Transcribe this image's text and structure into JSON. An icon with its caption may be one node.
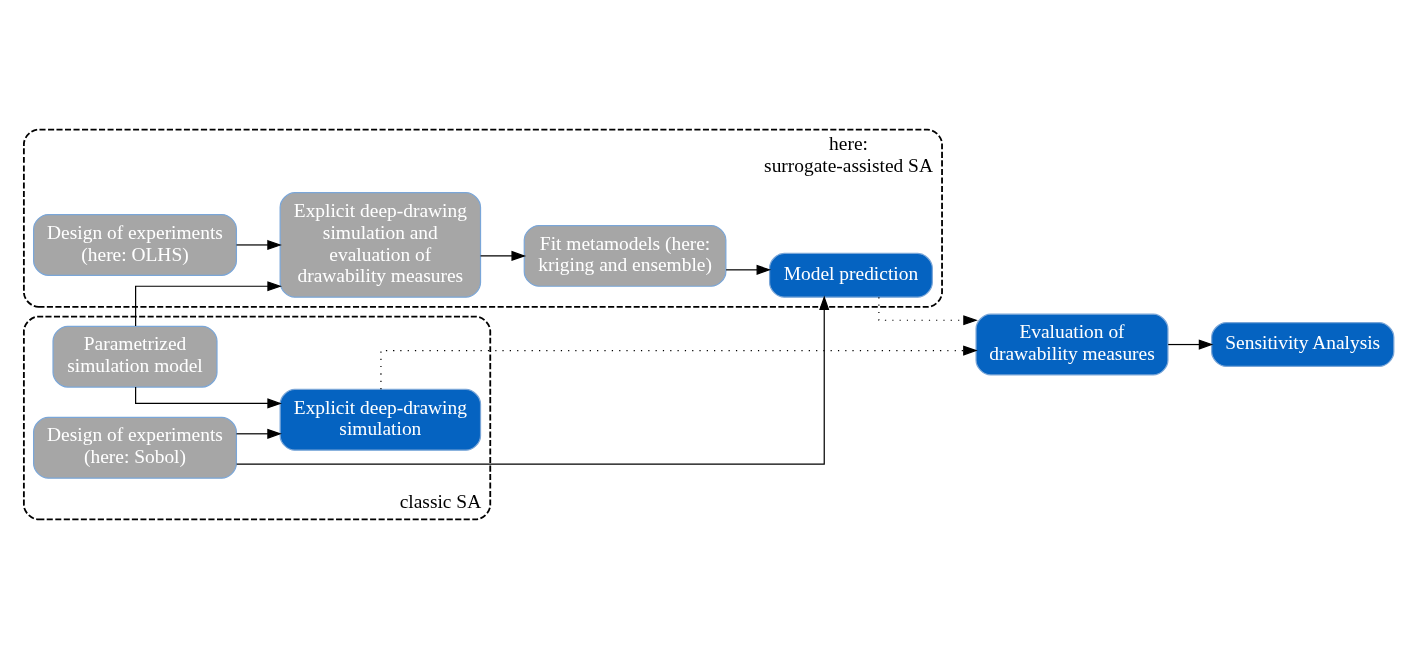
{
  "diagram": {
    "nodes": [
      {
        "text": [
          "here: surrogate-assisted SA"
        ]
      },
      {
        "text": [
          "Design of experiments (here: OLHS)"
        ],
        "in": 0
      },
      {
        "text": [
          "Explicit deep-drawing simulation and evaluation of drawability measures"
        ],
        "in": 0
      },
      {
        "text": [
          "Fit metamodels (here: kriging and ensemble)"
        ],
        "in": 0
      },
      {
        "text": [
          "Model prediction"
        ],
        "in": 0
      },
      {
        "text": [
          "classic SA"
        ]
      },
      {
        "text": [
          "Design of experiments (here: Sobol)"
        ],
        "in": 5
      },
      {
        "text": [
          "Parametrized simulation model"
        ],
        "in": 5
      },
      {
        "text": [
          "Explicit deep-drawing simulation"
        ],
        "in": 5
      },
      {
        "text": [
          "Evaluation of drawability measures"
        ]
      },
      {
        "text": [
          "Sensitivity Analysis"
        ]
      }
    ],
    "edges": [
      {
        "from": 1,
        "to": 2,
        "arrow": "to"
      },
      {
        "from": 2,
        "to": 3,
        "arrow": "to"
      },
      {
        "from": 3,
        "to": 4,
        "arrow": "to"
      },
      {
        "from": 6,
        "to": 4,
        "arrow": "to"
      },
      {
        "from": 6,
        "to": 8,
        "arrow": "to"
      },
      {
        "from": 7,
        "to": 2,
        "arrow": "to"
      },
      {
        "from": 7,
        "to": 8,
        "arrow": "to"
      },
      {
        "from": 4,
        "to": 9,
        "arrow": "to",
        "style": "dashed"
      },
      {
        "from": 8,
        "to": 9,
        "arrow": "to",
        "style": "dashed"
      },
      {
        "from": 9,
        "to": 10,
        "arrow": "to"
      }
    ]
  }
}
